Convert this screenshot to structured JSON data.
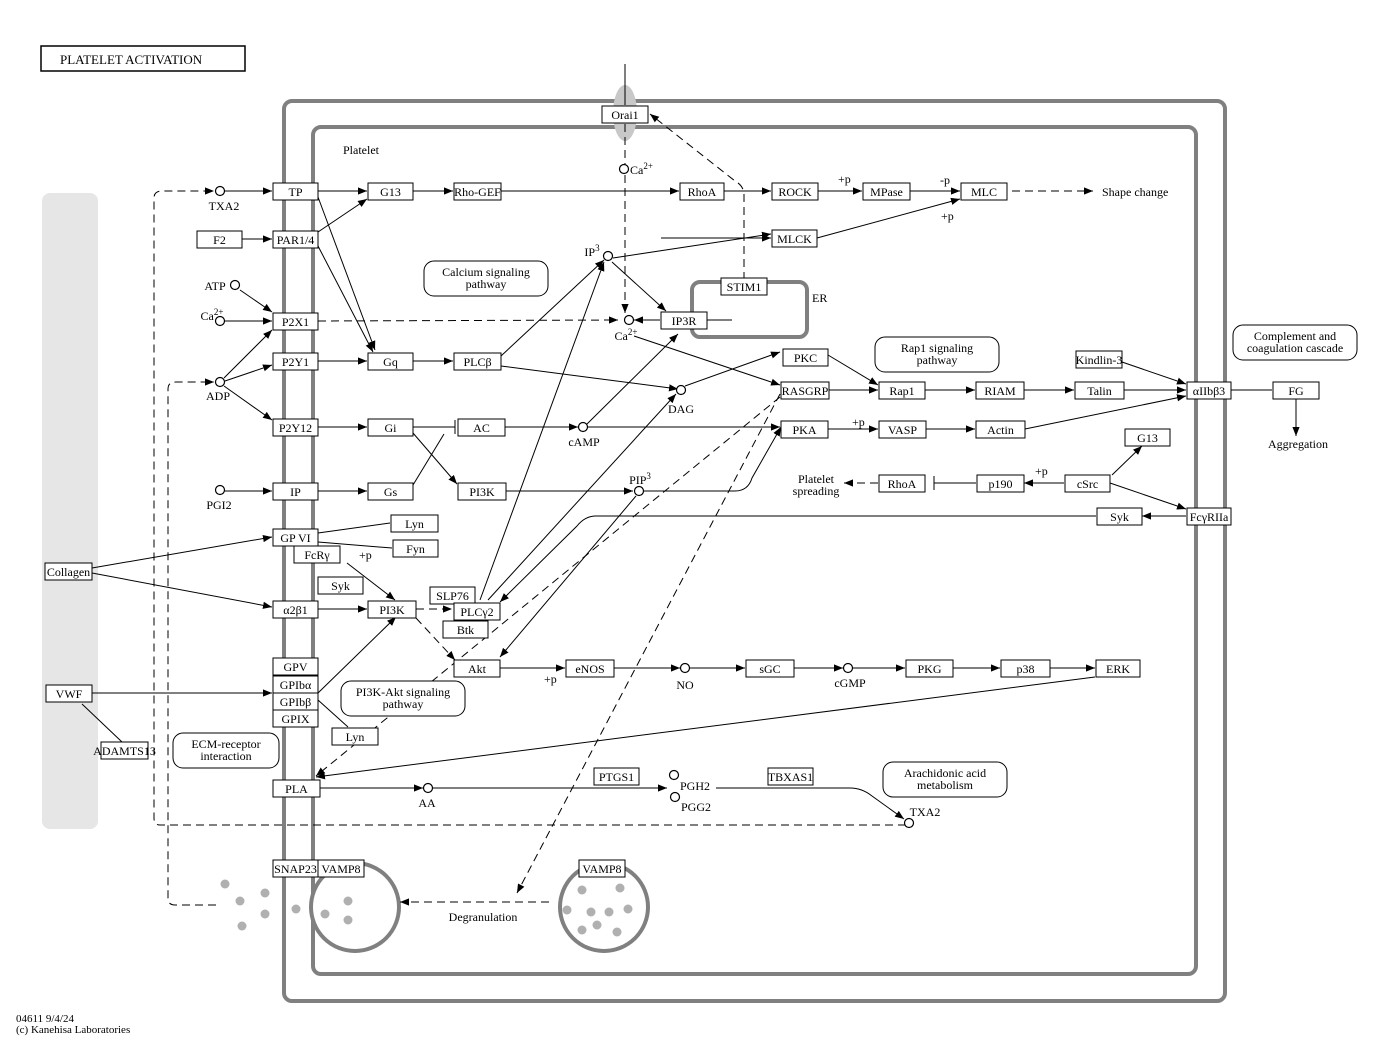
{
  "title": "PLATELET  ACTIVATION",
  "footer": {
    "line1": "04611 9/4/24",
    "line2": "(c) Kanehisa Laboratories"
  },
  "regions": {
    "platelet": "Platelet",
    "er": "ER"
  },
  "genes": {
    "orai1": "Orai1",
    "tp": "TP",
    "g13": "G13",
    "rhogef": "Rho-GEF",
    "rhoa": "RhoA",
    "rock": "ROCK",
    "mpase": "MPase",
    "mlc": "MLC",
    "f2": "F2",
    "par14": "PAR1/4",
    "mlck": "MLCK",
    "stim1": "STIM1",
    "p2x1": "P2X1",
    "ip3r": "IP3R",
    "p2y1": "P2Y1",
    "gq": "Gq",
    "plcb": "PLCβ",
    "pkc": "PKC",
    "rasgrp": "RASGRP",
    "rap1": "Rap1",
    "riam": "RIAM",
    "talin": "Talin",
    "kindlin3": "Kindlin-3",
    "aiib3": "αIIbβ3",
    "fg": "FG",
    "p2y12": "P2Y12",
    "gi": "Gi",
    "ac": "AC",
    "pka": "PKA",
    "vasp": "VASP",
    "actin": "Actin",
    "g13b": "G13",
    "ip": "IP",
    "gs": "Gs",
    "pi3k": "PI3K",
    "rhoa2": "RhoA",
    "p190": "p190",
    "csrc": "cSrc",
    "syk": "Syk",
    "fcgr2a": "FcγRIIa",
    "gp6": "GP VI",
    "lyn": "Lyn",
    "fcrg": "FcRγ",
    "fyn": "Fyn",
    "syk2": "Syk",
    "a2b1": "α2β1",
    "pi3k2": "PI3K",
    "slp76": "SLP76",
    "plcg2": "PLCγ2",
    "btk": "Btk",
    "akt": "Akt",
    "enos": "eNOS",
    "sgc": "sGC",
    "pkg": "PKG",
    "p38": "p38",
    "erk": "ERK",
    "gpv": "GPV",
    "gp1ba": "GPIbα",
    "gp1bb": "GPIbβ",
    "gp9": "GPIX",
    "lyn2": "Lyn",
    "pla": "PLA",
    "ptgs1": "PTGS1",
    "tbxas1": "TBXAS1",
    "snap23": "SNAP23",
    "vamp8": "VAMP8",
    "vamp8b": "VAMP8",
    "collagen": "Collagen",
    "vwf": "VWF",
    "adamts13": "ADAMTS13"
  },
  "compounds": {
    "txa2": "TXA2",
    "atp": "ATP",
    "ca_out": "Ca",
    "adp": "ADP",
    "pgi2": "PGI2",
    "ca_in": "Ca",
    "ip3": "IP",
    "ca_er": "Ca",
    "dag": "DAG",
    "camp": "cAMP",
    "pip3": "PIP",
    "no": "NO",
    "cgmp": "cGMP",
    "aa": "AA",
    "pgh2": "PGH2",
    "pgg2": "PGG2",
    "txa2b": "TXA2"
  },
  "maps": {
    "calcium": [
      "Calcium signaling",
      "pathway"
    ],
    "rap1": [
      "Rap1 signaling",
      "pathway"
    ],
    "complement": [
      "Complement and",
      "coagulation cascade"
    ],
    "pi3kakt": [
      "PI3K-Akt signaling",
      "pathway"
    ],
    "ecm": [
      "ECM-receptor",
      "interaction"
    ],
    "arachidonic": [
      "Arachidonic acid",
      "metabolism"
    ]
  },
  "labels": {
    "shape_change": "Shape change",
    "aggregation": "Aggregation",
    "platelet_spreading": [
      "Platelet",
      "spreading"
    ],
    "degranulation": "Degranulation",
    "plus_p": "+p",
    "minus_p": "-p"
  },
  "colors": {
    "membrane": "#808080",
    "ecm_band": "#e6e6e6",
    "granule": "#b0b0b0",
    "channel": "#c8c8c8"
  }
}
